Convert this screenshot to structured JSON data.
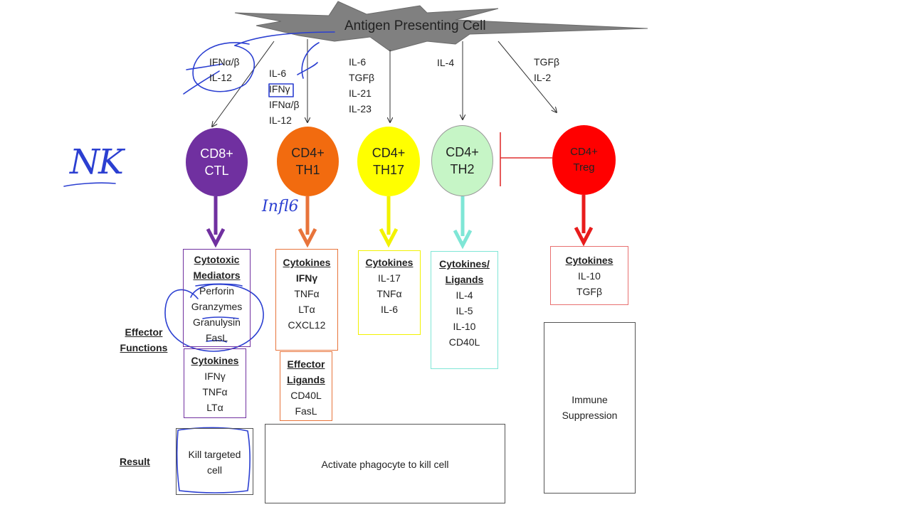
{
  "apc_label": "Antigen Presenting Cell",
  "signals": {
    "ctl": [
      "IFNα/β",
      "IL-12"
    ],
    "th1": [
      "IL-6",
      "IFNγ",
      "IFNα/β",
      "IL-12"
    ],
    "th17": [
      "IL-6",
      "TGFβ",
      "IL-21",
      "IL-23"
    ],
    "th2": [
      "IL-4"
    ],
    "treg": [
      "TGFβ",
      "IL-2"
    ]
  },
  "cells": [
    {
      "line1": "CD8+",
      "line2": "CTL",
      "color": "#7030a0",
      "text_color": "#ffffff"
    },
    {
      "line1": "CD4+",
      "line2": "TH1",
      "color": "#f26b0f",
      "text_color": "#222222"
    },
    {
      "line1": "CD4+",
      "line2": "TH17",
      "color": "#ffff00",
      "text_color": "#222222"
    },
    {
      "line1": "CD4+",
      "line2": "TH2",
      "color": "#c6f5c6",
      "text_color": "#222222"
    },
    {
      "line1": "CD4+",
      "line2": "Treg",
      "color": "#ff0000",
      "text_color": "#222222"
    }
  ],
  "row_labels": {
    "effector_line1": "Effector",
    "effector_line2": "Functions",
    "result": "Result"
  },
  "ctl_box": {
    "heading1": "Cytotoxic",
    "heading2": "Mediators",
    "items": [
      "Perforin",
      "Granzymes",
      "Granulysin",
      "FasL"
    ],
    "heading3": "Cytokines",
    "items2": [
      "IFNγ",
      "TNFα",
      "LTα"
    ]
  },
  "th1_box": {
    "heading": "Cytokines",
    "items": [
      "IFNγ",
      "TNFα",
      "LTα",
      "CXCL12"
    ]
  },
  "th1_ligands": {
    "heading1": "Effector",
    "heading2": "Ligands",
    "items": [
      "CD40L",
      "FasL"
    ]
  },
  "th17_box": {
    "heading": "Cytokines",
    "items": [
      "IL-17",
      "TNFα",
      "IL-6"
    ]
  },
  "th2_box": {
    "heading1": "Cytokines/",
    "heading2": "Ligands",
    "items": [
      "IL-4",
      "IL-5",
      "IL-10",
      "CD40L"
    ]
  },
  "treg_box": {
    "heading": "Cytokines",
    "items": [
      "IL-10",
      "TGFβ"
    ]
  },
  "results": {
    "ctl_line1": "Kill targeted",
    "ctl_line2": "cell",
    "phagocyte": "Activate phagocyte to kill cell",
    "treg_line1": "Immune",
    "treg_line2": "Suppression"
  },
  "annotations": {
    "nk": "NK",
    "infl": "Infl6"
  }
}
